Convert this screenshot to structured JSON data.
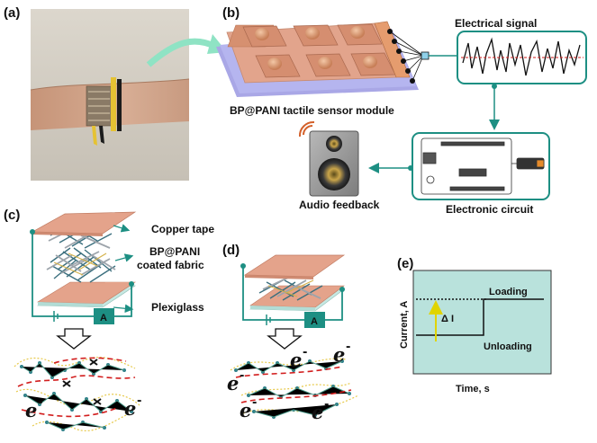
{
  "panels": {
    "a": "(a)",
    "b": "(b)",
    "c": "(c)",
    "d": "(d)",
    "e": "(e)"
  },
  "panel_b": {
    "sensor_module": "BP@PANI tactile sensor module",
    "electrical_signal": "Electrical signal",
    "audio_feedback": "Audio feedback",
    "electronic_circuit": "Electronic circuit"
  },
  "panel_c": {
    "copper_tape": "Copper tape",
    "fabric_line1": "BP@PANI",
    "fabric_line2": "coated fabric",
    "plexiglass": "Plexiglass",
    "ammeter": "A",
    "electron": "e",
    "electron_charge": "-"
  },
  "panel_d": {
    "ammeter": "A",
    "electron": "e",
    "electron_charge": "-"
  },
  "panel_e": {
    "ylabel": "Current, A",
    "xlabel": "Time, s",
    "loading": "Loading",
    "unloading": "Unloading",
    "delta": "Δ I"
  },
  "colors": {
    "teal": "#1d8f83",
    "copper": "#dc9a82",
    "chart_bg": "#b9e2dc",
    "plate_blue": "#a9a7e6",
    "arrow_yellow": "#f2e600",
    "current_red": "#d21e1e"
  }
}
